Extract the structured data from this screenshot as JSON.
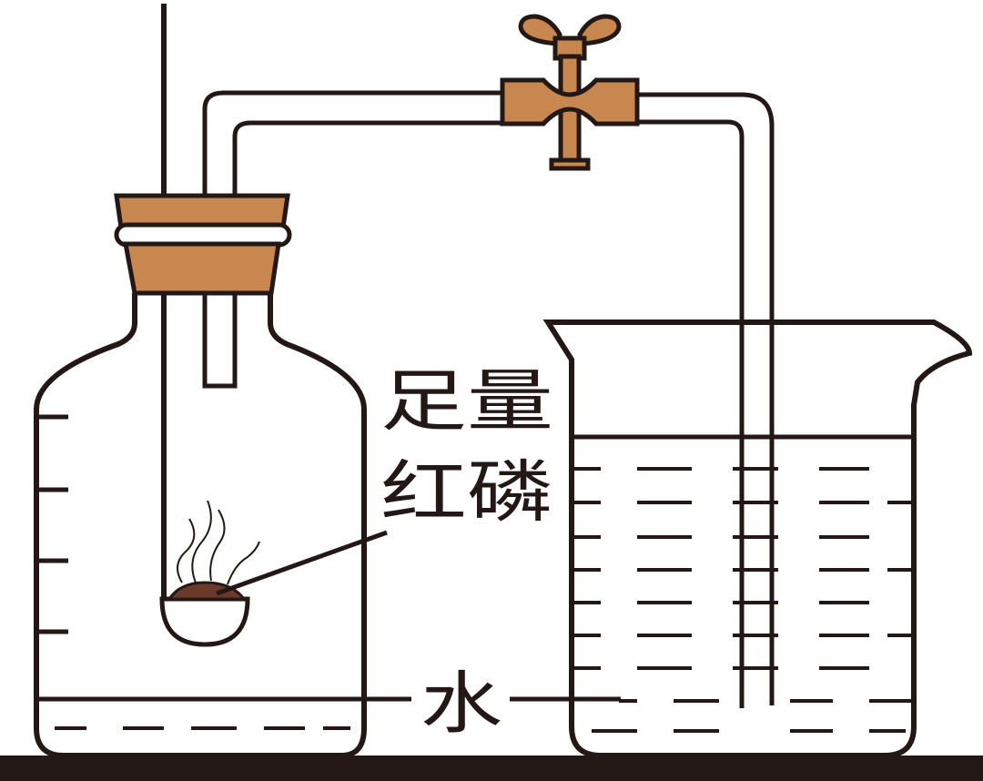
{
  "labels": {
    "phosphorus_line1": "足量",
    "phosphorus_line2": "红磷",
    "water": "水"
  },
  "colors": {
    "outline": "#231815",
    "cork": "#c8874e",
    "phosphorus": "#6b3a2a",
    "background": "#ffffff"
  }
}
